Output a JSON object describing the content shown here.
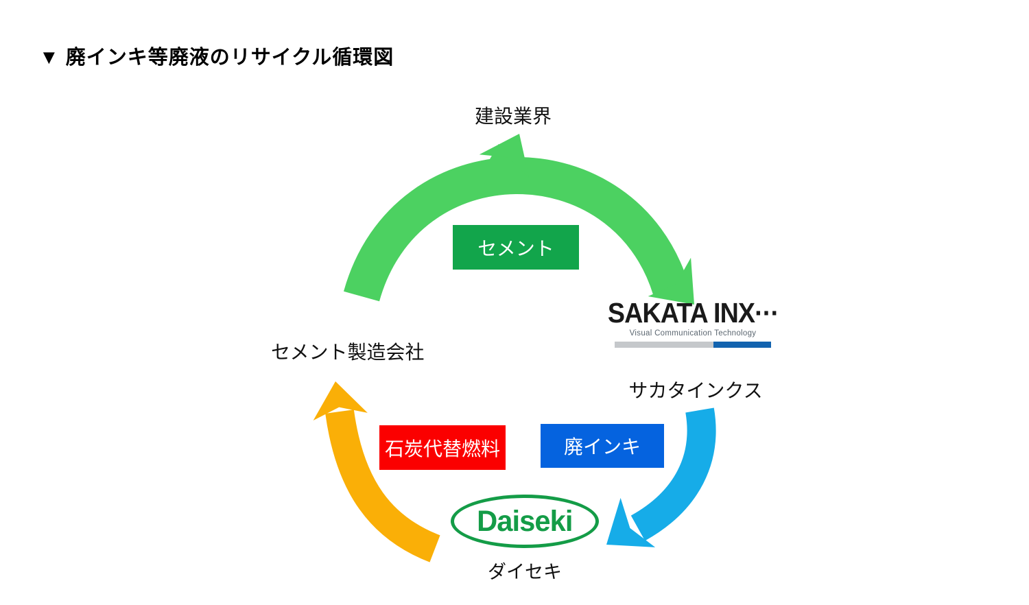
{
  "title": "▼ 廃インキ等廃液のリサイクル循環図",
  "nodes": {
    "construction": {
      "label": "建設業界"
    },
    "sakata": {
      "label": "サカタインクス",
      "logo_text": "SAKATA INX···",
      "logo_tagline": "Visual Communication Technology",
      "logo_bar_gray": "#C5C8CB",
      "logo_bar_blue": "#1263AF"
    },
    "daiseki": {
      "label": "ダイセキ",
      "logo_text": "Daiseki",
      "logo_color": "#149C47"
    },
    "cement_maker": {
      "label": "セメント製造会社"
    }
  },
  "flows": {
    "cement": {
      "label": "セメント",
      "box_color": "#12A54B",
      "arrow_color": "#4CD161",
      "from": "セメント製造会社",
      "to": "サカタインクス / 建設業界"
    },
    "waste_ink": {
      "label": "廃インキ",
      "box_color": "#0563DF",
      "arrow_color": "#16ACE8",
      "from": "サカタインクス",
      "to": "ダイセキ"
    },
    "coal_substitute_fuel": {
      "label": "石炭代替燃料",
      "box_color": "#FB0000",
      "arrow_color": "#FAAF07",
      "from": "ダイセキ",
      "to": "セメント製造会社"
    }
  }
}
